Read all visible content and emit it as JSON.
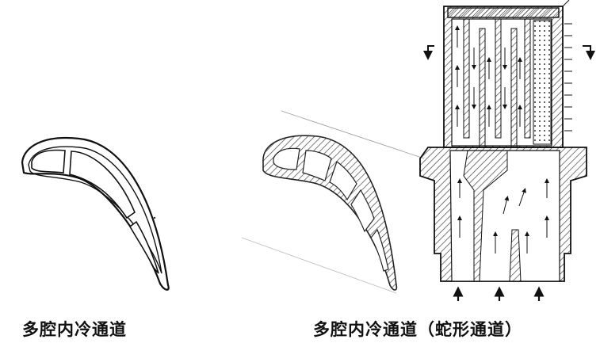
{
  "captions": {
    "left": "多腔内冷通道",
    "right": "多腔内冷通道（蛇形通道）"
  },
  "figures": {
    "left": {
      "name": "multi-cavity-blade-cross-section"
    },
    "right_section": {
      "name": "hatched-blade-cross-section"
    },
    "right_blade": {
      "name": "serpentine-channel-blade"
    }
  },
  "colors": {
    "ink": "#111111",
    "hatch": "#444444",
    "background": "#ffffff"
  }
}
